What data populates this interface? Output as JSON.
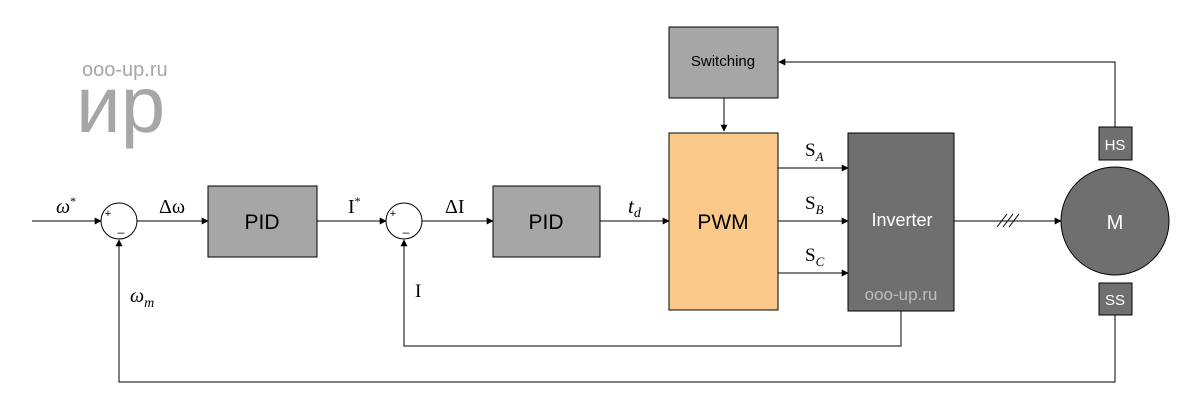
{
  "watermark": {
    "site": "ooo-up.ru",
    "logo_text": "ир"
  },
  "blocks": {
    "switching": "Switching",
    "pid_speed": "PID",
    "pid_current": "PID",
    "pwm": "PWM",
    "inverter": "Inverter",
    "inverter_watermark": "ooo-up.ru",
    "motor": "M",
    "hall_sensor": "HS",
    "speed_sensor": "SS"
  },
  "summers": {
    "speed_plus": "+",
    "speed_minus": "_",
    "current_plus": "+",
    "current_minus": "_"
  },
  "signals": {
    "speed_ref": {
      "symbol": "ω",
      "sup": "*"
    },
    "speed_error": "Δω",
    "current_ref": {
      "symbol": "I",
      "sup": "*"
    },
    "current_error": "ΔI",
    "duty": {
      "symbol": "t",
      "sub": "d"
    },
    "speed_feedback": {
      "symbol": "ω",
      "sub": "m"
    },
    "current_feedback": "I",
    "switch_a": {
      "symbol": "S",
      "sub": "A"
    },
    "switch_b": {
      "symbol": "S",
      "sub": "B"
    },
    "switch_c": {
      "symbol": "S",
      "sub": "C"
    }
  },
  "colors": {
    "pid_fill": "#a6a6a6",
    "switching_fill": "#a6a6a6",
    "pwm_fill": "#fac98a",
    "inverter_fill": "#6f6f6f",
    "motor_fill": "#6f6f6f",
    "sensor_fill": "#6f6f6f",
    "line": "#000000",
    "watermark": "#a6a6a6"
  }
}
